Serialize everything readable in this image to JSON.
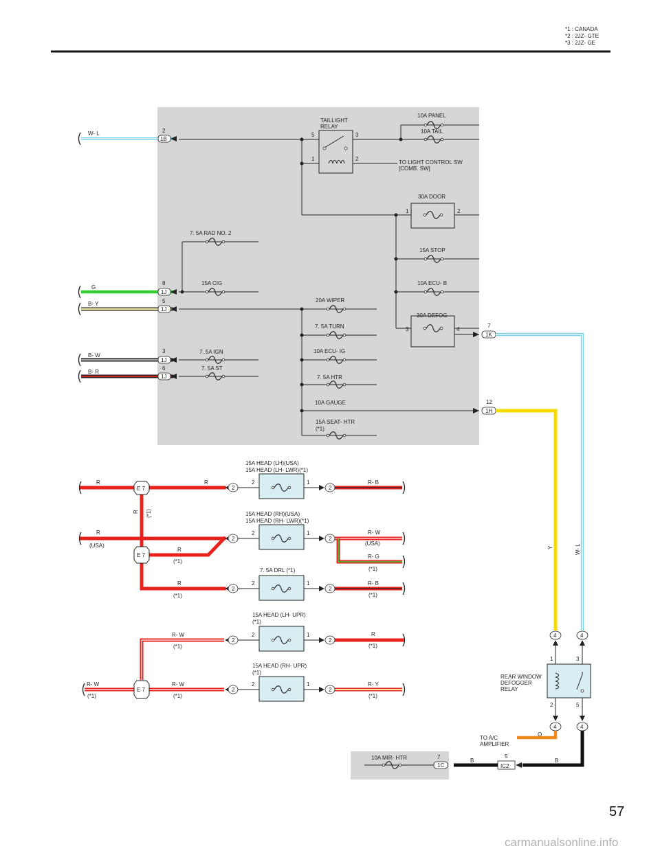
{
  "legend": [
    "*1  : CANADA",
    "*2  : 2JZ- GTE",
    "*3  : 2JZ- GE"
  ],
  "page_number": "57",
  "watermark": "carmanualsonline.info",
  "wires": {
    "wl": "W- L",
    "g": "G",
    "by": "B- Y",
    "bw": "B- W",
    "br": "B- R",
    "r": "R",
    "rb": "R- B",
    "rw": "R- W",
    "rg": "R- G",
    "ry": "R- Y",
    "y": "Y",
    "o": "O",
    "b": "B"
  },
  "fuses": {
    "panel": "10A PANEL",
    "tail": "10A TAIL",
    "door": "30A DOOR",
    "stop": "15A STOP",
    "ecub": "10A ECU- B",
    "defog": "30A DEFOG",
    "rad2": "7. 5A RAD NO. 2",
    "cig": "15A CIG",
    "wiper": "20A WIPER",
    "turn": "7. 5A TURN",
    "ign": "7. 5A IGN",
    "st": "7. 5A ST",
    "ecuig": "10A ECU- IG",
    "htr": "7. 5A HTR",
    "gauge": "10A GAUGE",
    "seathtr": "15A SEAT- HTR",
    "mirhtr": "10A MIR- HTR",
    "head_lh_a": "15A HEAD (LH)(USA)",
    "head_lh_b": "15A HEAD (LH- LWR)(*1)",
    "head_rh_a": "15A HEAD (RH)(USA)",
    "head_rh_b": "15A HEAD (RH- LWR)(*1)",
    "drl": "7. 5A DRL (*1)",
    "head_lh_upr": "15A HEAD (LH- UPR)",
    "head_rh_upr": "15A HEAD (RH- UPR)"
  },
  "relays": {
    "taillight": [
      "TAILLIGHT",
      "RELAY"
    ],
    "rear_defog": [
      "REAR WINDOW",
      "DEFOGGER",
      "RELAY"
    ]
  },
  "notes": {
    "light_sw": [
      "TO LIGHT CONTROL SW",
      "[COMB.  SW]"
    ],
    "ac_amp": [
      "TO A/C",
      "AMPLIFIER"
    ],
    "c1": "(*1)",
    "usa": "(USA)"
  },
  "connectors": {
    "c1b": "1B",
    "c1j": "1J",
    "c1k": "1K",
    "c1h": "1H",
    "c1c": "1C",
    "ic2": "IC2",
    "e7": "E 7"
  },
  "pins": {
    "p1": "1",
    "p2": "2",
    "p3": "3",
    "p4": "4",
    "p5": "5",
    "p6": "6",
    "p7": "7",
    "p8": "8",
    "p12": "12"
  },
  "colors": {
    "wire_red": "#e8221c",
    "wire_green": "#33cc33",
    "wire_yellow": "#f4dc00",
    "wire_orange": "#f08a1a",
    "wire_cyan": "#7fd3e8",
    "panel_gray": "#d6d6d6"
  }
}
